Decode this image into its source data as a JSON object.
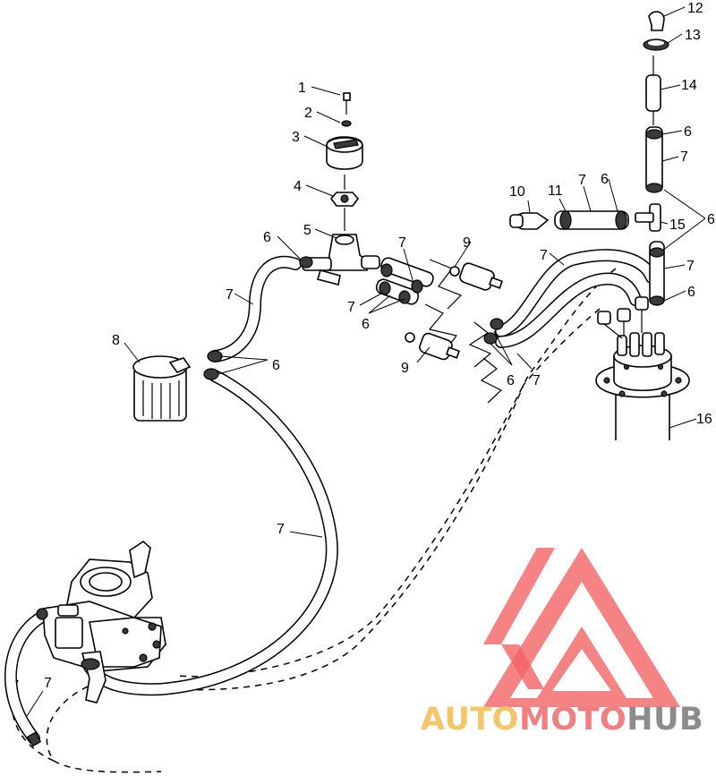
{
  "diagram": {
    "callouts": [
      {
        "id": "c1",
        "label": "1"
      },
      {
        "id": "c2",
        "label": "2"
      },
      {
        "id": "c3",
        "label": "3"
      },
      {
        "id": "c4",
        "label": "4"
      },
      {
        "id": "c5",
        "label": "5"
      },
      {
        "id": "c6a",
        "label": "6"
      },
      {
        "id": "c6b",
        "label": "6"
      },
      {
        "id": "c6c",
        "label": "6"
      },
      {
        "id": "c6d",
        "label": "6"
      },
      {
        "id": "c6e",
        "label": "6"
      },
      {
        "id": "c6f",
        "label": "6"
      },
      {
        "id": "c6g",
        "label": "6"
      },
      {
        "id": "c6h",
        "label": "6"
      },
      {
        "id": "c7a",
        "label": "7"
      },
      {
        "id": "c7b",
        "label": "7"
      },
      {
        "id": "c7c",
        "label": "7"
      },
      {
        "id": "c7d",
        "label": "7"
      },
      {
        "id": "c7e",
        "label": "7"
      },
      {
        "id": "c7f",
        "label": "7"
      },
      {
        "id": "c7g",
        "label": "7"
      },
      {
        "id": "c7h",
        "label": "7"
      },
      {
        "id": "c7i",
        "label": "7"
      },
      {
        "id": "c7j",
        "label": "7"
      },
      {
        "id": "c8",
        "label": "8"
      },
      {
        "id": "c9a",
        "label": "9"
      },
      {
        "id": "c9b",
        "label": "9"
      },
      {
        "id": "c10",
        "label": "10"
      },
      {
        "id": "c11",
        "label": "11"
      },
      {
        "id": "c12",
        "label": "12"
      },
      {
        "id": "c13",
        "label": "13"
      },
      {
        "id": "c14",
        "label": "14"
      },
      {
        "id": "c15",
        "label": "15"
      },
      {
        "id": "c16",
        "label": "16"
      }
    ]
  },
  "watermark": {
    "part1": "AUTO",
    "part2": "MOTO",
    "part3": "HUB",
    "colors": {
      "auto": "#f5c56a",
      "moto": "#f08080",
      "hub": "#8c8c8c",
      "logo": "#f26060"
    }
  }
}
